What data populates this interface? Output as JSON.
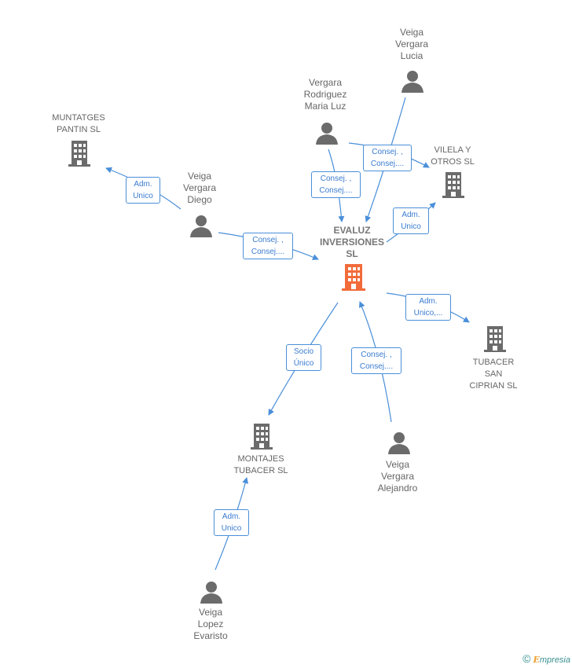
{
  "colors": {
    "edge": "#4a8fd9",
    "person": "#6b6b6b",
    "company": "#6b6b6b",
    "main_company": "#f26b3a"
  },
  "nodes": {
    "evaluz": {
      "label": "EVALUZ\nINVERSIONES\nSL",
      "type": "main-company"
    },
    "muntatges": {
      "label": "MUNTATGES\nPANTIN  SL",
      "type": "company"
    },
    "vilela": {
      "label": "VILELA Y\nOTROS SL",
      "type": "company"
    },
    "tubacer_san_ciprian": {
      "label": "TUBACER\nSAN\nCIPRIAN SL",
      "type": "company"
    },
    "montajes_tubacer": {
      "label": "MONTAJES\nTUBACER SL",
      "type": "company"
    },
    "veiga_lucia": {
      "label": "Veiga\nVergara\nLucia",
      "type": "person"
    },
    "vergara_maria_luz": {
      "label": "Vergara\nRodriguez\nMaria Luz",
      "type": "person"
    },
    "veiga_diego": {
      "label": "Veiga\nVergara\nDiego",
      "type": "person"
    },
    "veiga_alejandro": {
      "label": "Veiga\nVergara\nAlejandro",
      "type": "person"
    },
    "veiga_evaristo": {
      "label": "Veiga\nLopez\nEvaristo",
      "type": "person"
    }
  },
  "edges": {
    "diego_to_muntatges": "Adm.\nUnico",
    "diego_to_evaluz": "Consej. ,\nConsej....",
    "maria_luz_to_evaluz": "Consej. ,\nConsej....",
    "lucia_to_evaluz": "Consej. ,\nConsej....",
    "evaluz_to_vilela": "Adm.\nUnico",
    "evaluz_to_tubacer": "Adm.\nUnico,...",
    "evaluz_to_montajes": "Socio\nÚnico",
    "alejandro_to_evaluz": "Consej. ,\nConsej....",
    "evaristo_to_montajes": "Adm.\nUnico"
  },
  "credit": {
    "symbol": "©",
    "brand_initial": "E",
    "brand_rest": "mpresia"
  }
}
